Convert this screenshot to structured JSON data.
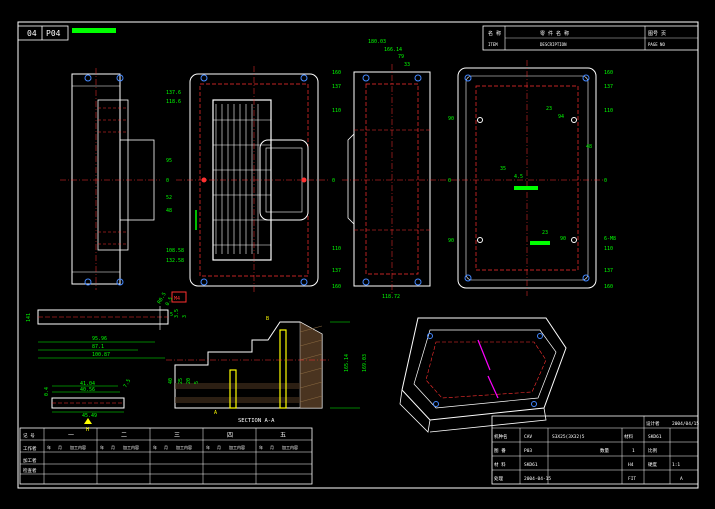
{
  "sheet": {
    "code": "04",
    "part": "P04"
  },
  "title_block_top": {
    "label_cn": "名 称",
    "label_en": "ITEM",
    "name_cn": "零 件 名 称",
    "name_en": "DESCRIPTION",
    "qty_cn": "图号 页",
    "qty_en": "PAGE NO"
  },
  "views": {
    "view1": {
      "left_dims": [
        "137.6",
        "118.6",
        "95",
        "0",
        "52",
        "48",
        "108.58",
        "132.58"
      ]
    },
    "view2": {
      "right_dims": [
        "160",
        "137",
        "110",
        "0",
        "110",
        "137",
        "160"
      ],
      "top_dims": [
        "180.03",
        "166.14",
        "79",
        "33"
      ],
      "bottom_dim": "118.72"
    },
    "view3": {
      "right_dims": [
        "160",
        "137",
        "110",
        "0",
        "110",
        "137",
        "160"
      ],
      "left_dims": [
        "90",
        "0",
        "90"
      ],
      "callouts": [
        "23",
        "94",
        "48",
        "35",
        "4.5",
        "23",
        "90",
        "6-M8"
      ]
    },
    "rail": {
      "dims": [
        "95.96",
        "87.1",
        "100.87",
        "141",
        "5"
      ],
      "angle_labels": [
        "R0.5",
        "0.5"
      ],
      "side_dims": [
        "3.5",
        "3"
      ],
      "mark": "M4"
    },
    "small_part": {
      "dims": [
        "41.04",
        "40.56",
        "45.49",
        "7.5",
        "0.4"
      ],
      "mark": "H"
    },
    "section": {
      "caption": "SECTION  A-A",
      "marker_a": "A",
      "marker_b": "B",
      "dims": [
        "40",
        "25",
        "20",
        "5",
        "165.14",
        "169.03"
      ]
    }
  },
  "revision_table": {
    "headers": [
      "一",
      "二",
      "三",
      "四",
      "五"
    ],
    "row_labels": [
      "记 号",
      "工作者",
      "加工者",
      "检查者"
    ],
    "sub_headers": [
      "年",
      "月",
      "加工内容",
      "年",
      "月",
      "加工内容",
      "年",
      "月",
      "加工内容",
      "年",
      "月",
      "加工内容",
      "年",
      "月",
      "加工内容"
    ]
  },
  "title_block": {
    "r1": [
      "机种名",
      "CAV",
      "S3X25(3X32)5",
      "材料",
      "SKD61"
    ],
    "r2": [
      "图 番",
      "P03",
      "数量",
      "1",
      "比例"
    ],
    "r3": [
      "材 料",
      "SKD61",
      "H4",
      "硬度",
      "1:1"
    ],
    "r4": [
      "处理",
      "2004-04-15",
      "FIT",
      "A"
    ],
    "header": [
      "设计者",
      "2004/04/15"
    ]
  }
}
